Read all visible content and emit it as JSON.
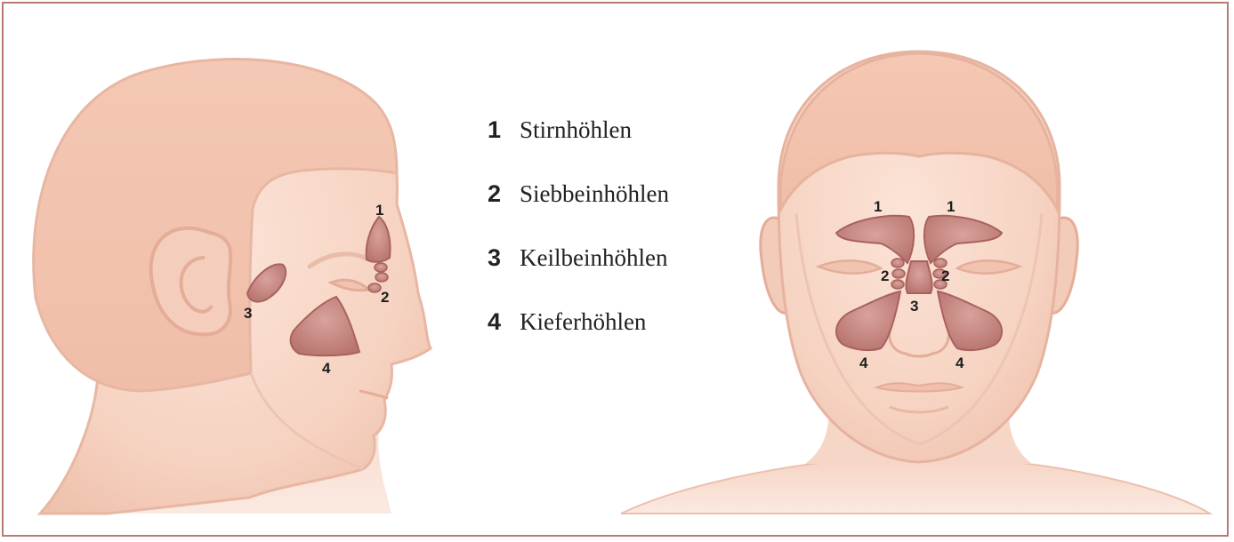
{
  "legend": [
    {
      "number": "1",
      "label": "Stirnhöhlen"
    },
    {
      "number": "2",
      "label": "Siebbeinhöhlen"
    },
    {
      "number": "3",
      "label": "Keilbeinhöhlen"
    },
    {
      "number": "4",
      "label": "Kieferhöhlen"
    }
  ],
  "side_view_labels": {
    "frontal": "1",
    "ethmoid": "2",
    "sphenoid": "3",
    "maxillary": "4"
  },
  "front_view_labels": {
    "frontal_left": "1",
    "frontal_right": "1",
    "ethmoid_left": "2",
    "ethmoid_right": "2",
    "sphenoid": "3",
    "maxillary_left": "4",
    "maxillary_right": "4"
  },
  "colors": {
    "border": "#b97a74",
    "skin": "#f5d3c3",
    "skin_outline": "#e4b09c",
    "sinus": "#c98c86",
    "sinus_outline": "#a9625e"
  }
}
